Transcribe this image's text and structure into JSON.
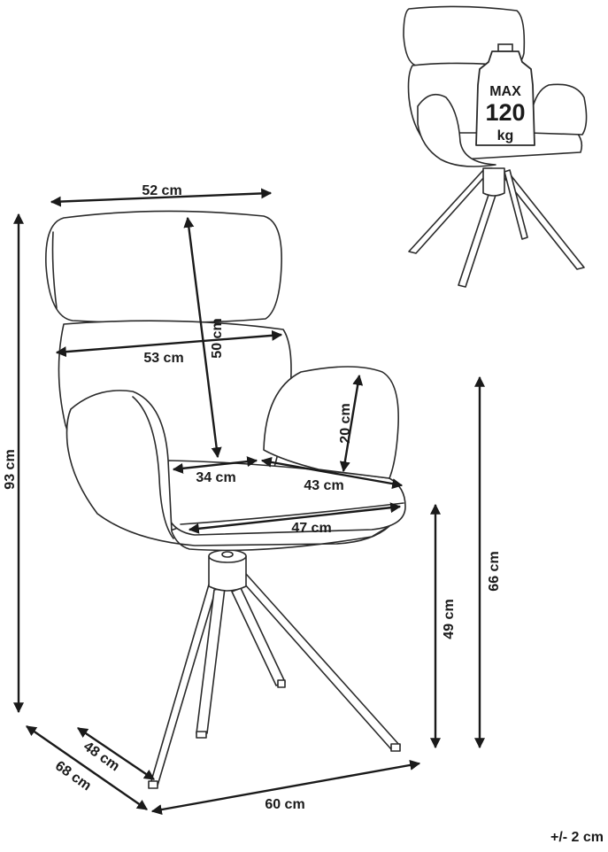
{
  "dimensions": {
    "width_top": "52 cm",
    "width_mid": "53 cm",
    "backrest_height": "50 cm",
    "armrest_height": "20 cm",
    "seat_depth": "34 cm",
    "armrest_length": "43 cm",
    "seat_width": "47 cm",
    "total_height": "93 cm",
    "armrest_floor_height": "66 cm",
    "seat_height": "49 cm",
    "base_depth_inner": "48 cm",
    "base_depth_outer": "68 cm",
    "base_width": "60 cm"
  },
  "load": {
    "max_label": "MAX",
    "max_value": "120",
    "unit": "kg"
  },
  "tolerance": "+/- 2 cm"
}
